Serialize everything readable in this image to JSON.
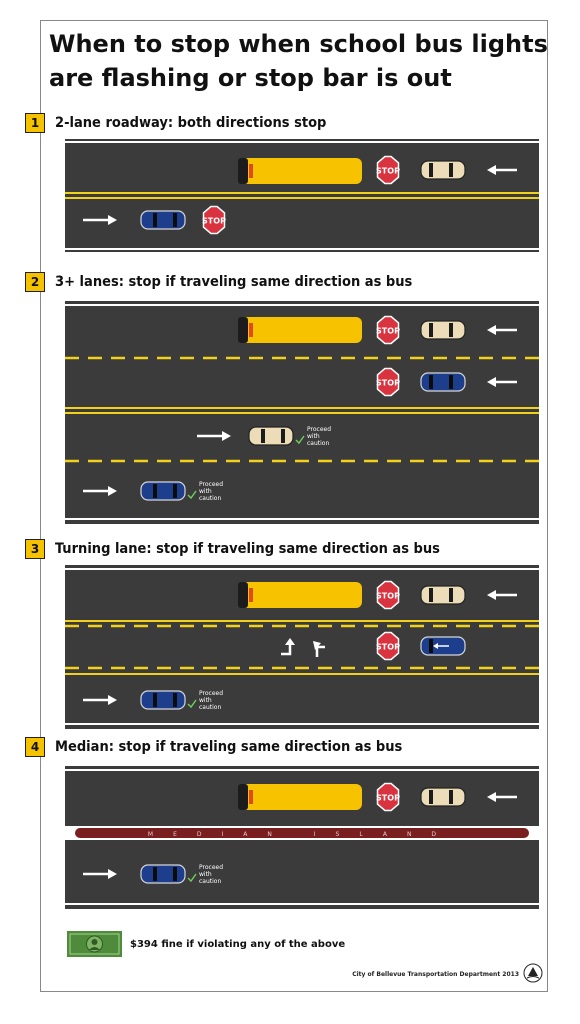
{
  "title": {
    "line1": "When to stop when school bus lights",
    "line2": "are flashing or stop bar is out"
  },
  "sections": [
    {
      "number": "1",
      "title": "2-lane roadway: both directions stop"
    },
    {
      "number": "2",
      "title": "3+ lanes: stop if traveling same direction as bus"
    },
    {
      "number": "3",
      "title": "Turning lane: stop if traveling same direction as bus"
    },
    {
      "number": "4",
      "title": "Median: stop if traveling same direction as bus"
    }
  ],
  "sign_text": "STOP",
  "proceed_text": [
    "Proceed",
    "with",
    "caution"
  ],
  "median_text": "MEDIAN ISLAND",
  "fine_text": "$394 fine if violating any of the above",
  "credit_text": "City of Bellevue Transportation Department 2013",
  "colors": {
    "road": "#3b3b3b",
    "lane_yellow": "#f2d11b",
    "bus_yellow": "#f7c300",
    "stop_red": "#d9333f",
    "car_tan": "#ecdcb8",
    "car_blue": "#1d3e8c",
    "badge_yellow": "#f5c200",
    "bill_green": "#4e8b3a",
    "median": "#7a1f1f"
  },
  "icons": [
    "stop-sign-icon",
    "school-bus-icon",
    "car-icon",
    "arrow-icon",
    "check-icon",
    "turn-arrow-icon",
    "dollar-bill-icon",
    "city-seal-icon"
  ]
}
